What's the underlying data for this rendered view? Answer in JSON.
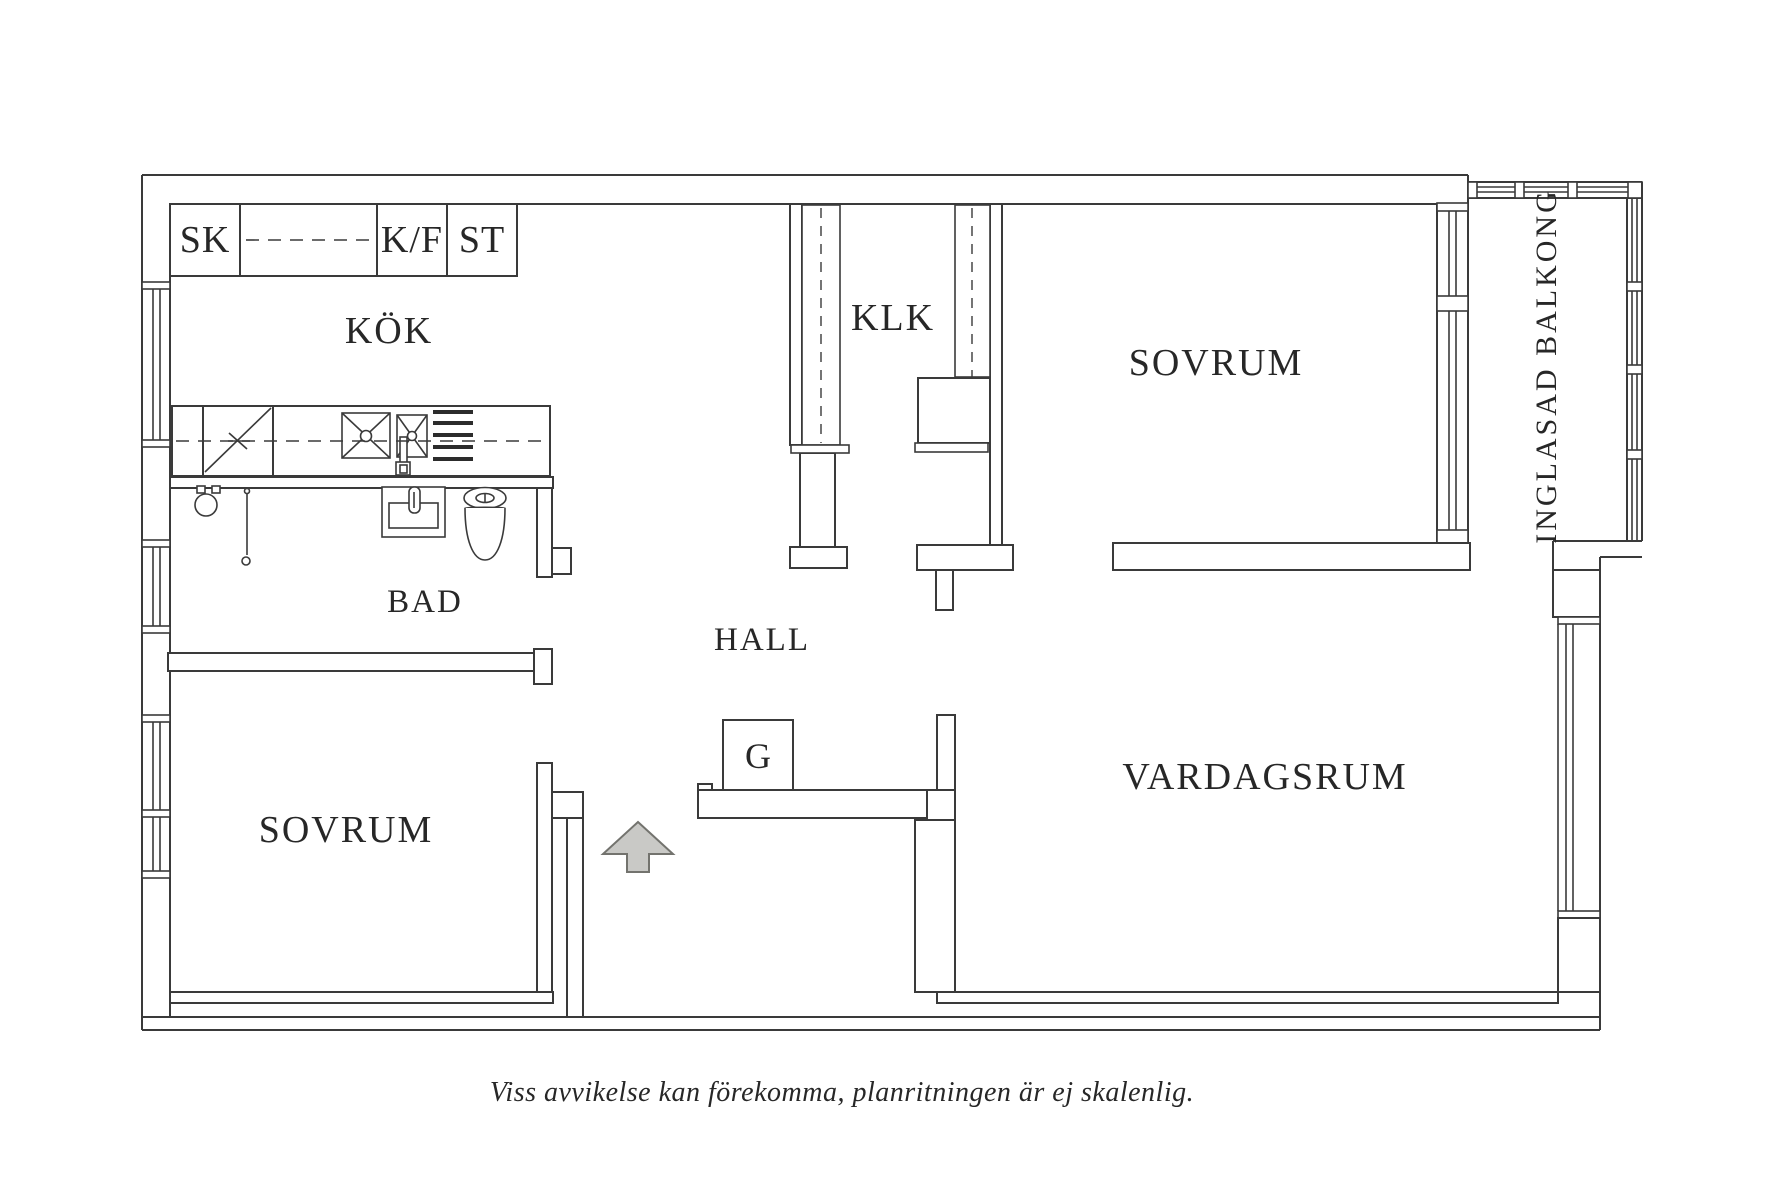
{
  "colors": {
    "background": "#ffffff",
    "line": "#3a3a3a",
    "text": "#272727",
    "arrow_fill": "#c9c9c6",
    "arrow_stroke": "#73736e"
  },
  "rooms": {
    "kitchen": {
      "label": "KÖK"
    },
    "closet": {
      "label": "KLK"
    },
    "bedroom_right": {
      "label": "SOVRUM"
    },
    "bedroom_left": {
      "label": "SOVRUM"
    },
    "bathroom": {
      "label": "BAD"
    },
    "hall": {
      "label": "HALL"
    },
    "living_room": {
      "label": "VARDAGSRUM"
    },
    "balcony": {
      "label": "INGLASAD BALKONG"
    },
    "wardrobe_g": {
      "label": "G"
    }
  },
  "kitchen_units": {
    "tall_cabinet": "SK",
    "fridge_freezer": "K/F",
    "stove": "ST"
  },
  "footnote": "Viss avvikelse kan förekomma, planritningen är ej skalenlig."
}
